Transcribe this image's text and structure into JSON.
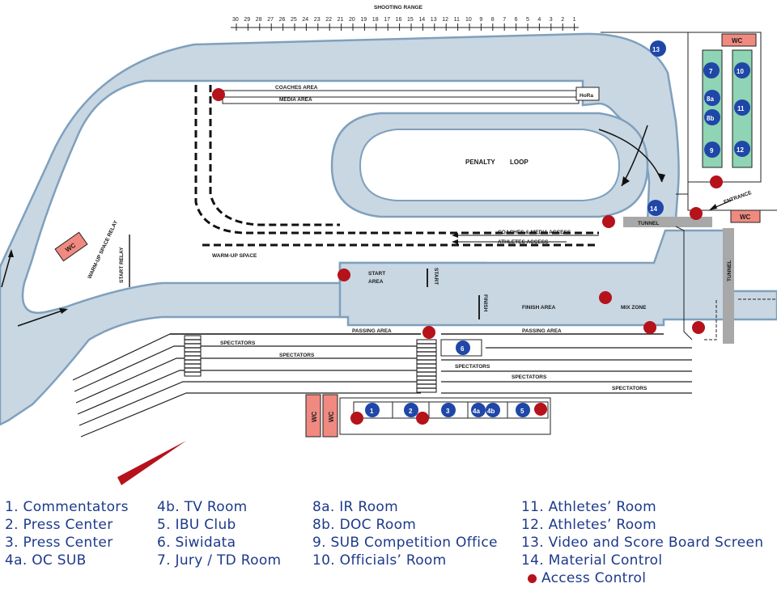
{
  "map": {
    "shooting_range": "SHOOTING RANGE",
    "lanes": [
      "30",
      "29",
      "28",
      "27",
      "26",
      "25",
      "24",
      "23",
      "22",
      "21",
      "20",
      "19",
      "18",
      "17",
      "16",
      "15",
      "14",
      "13",
      "12",
      "11",
      "10",
      "9",
      "8",
      "7",
      "6",
      "5",
      "4",
      "3",
      "2",
      "1"
    ],
    "coaches_area": "COACHES AREA",
    "media_area": "MEDIA AREA",
    "hora": "HoRa",
    "penalty": "PENALTY",
    "loop": "LOOP",
    "coaches_media_access": "COACHES & MEDIA ACCESS",
    "athletes_access": "ATHLETES ACCESS",
    "warmup_space": "WARM-UP SPACE",
    "warmup_space_relay": "WARM-UP SPACE RELAY",
    "start_relay": "START RELAY",
    "start_area": "START",
    "start_area2": "AREA",
    "start_vertical": "START",
    "finish_vertical": "FINISH",
    "finish_area": "FINISH AREA",
    "mix_zone": "MIX ZONE",
    "tunnel_h": "TUNNEL",
    "tunnel_v": "TUNNEL",
    "entrance": "ENTRANCE",
    "passing_area_1": "PASSING AREA",
    "passing_area_2": "PASSING AREA",
    "spectators_1": "SPECTATORS",
    "spectators_2": "SPECTATORS",
    "spectators_3": "SPECTATORS",
    "spectators_4": "SPECTATORS",
    "spectators_5": "SPECTATORS",
    "wc": "WC",
    "markers": {
      "m1": "1",
      "m2": "2",
      "m3": "3",
      "m4a": "4a",
      "m4b": "4b",
      "m5": "5",
      "m6": "6",
      "m7": "7",
      "m8a": "8a",
      "m8b": "8b",
      "m9": "9",
      "m10": "10",
      "m11": "11",
      "m12": "12",
      "m13": "13",
      "m14": "14"
    },
    "colors": {
      "track": "#c8d7e2",
      "track_edge": "#7fa0bd",
      "marker": "#1f47a8",
      "access": "#b5121b",
      "wc": "#f08a80",
      "room": "#8fd4b4",
      "tunnel": "#a8a8a8"
    }
  },
  "legend": {
    "col1": [
      "1. Commentators",
      "2. Press Center",
      "3. Press Center",
      "4a. OC SUB"
    ],
    "col2": [
      "4b. TV Room",
      "5. IBU Club",
      "6. Siwidata",
      "7. Jury / TD Room"
    ],
    "col3": [
      "8a. IR Room",
      "8b. DOC Room",
      "9. SUB Competition Office",
      "10. Officials’ Room"
    ],
    "col4": [
      "11. Athletes’ Room",
      "12. Athletes’ Room",
      "13. Video and Score Board Screen",
      "14. Material Control"
    ],
    "access_control": "Access Control"
  }
}
